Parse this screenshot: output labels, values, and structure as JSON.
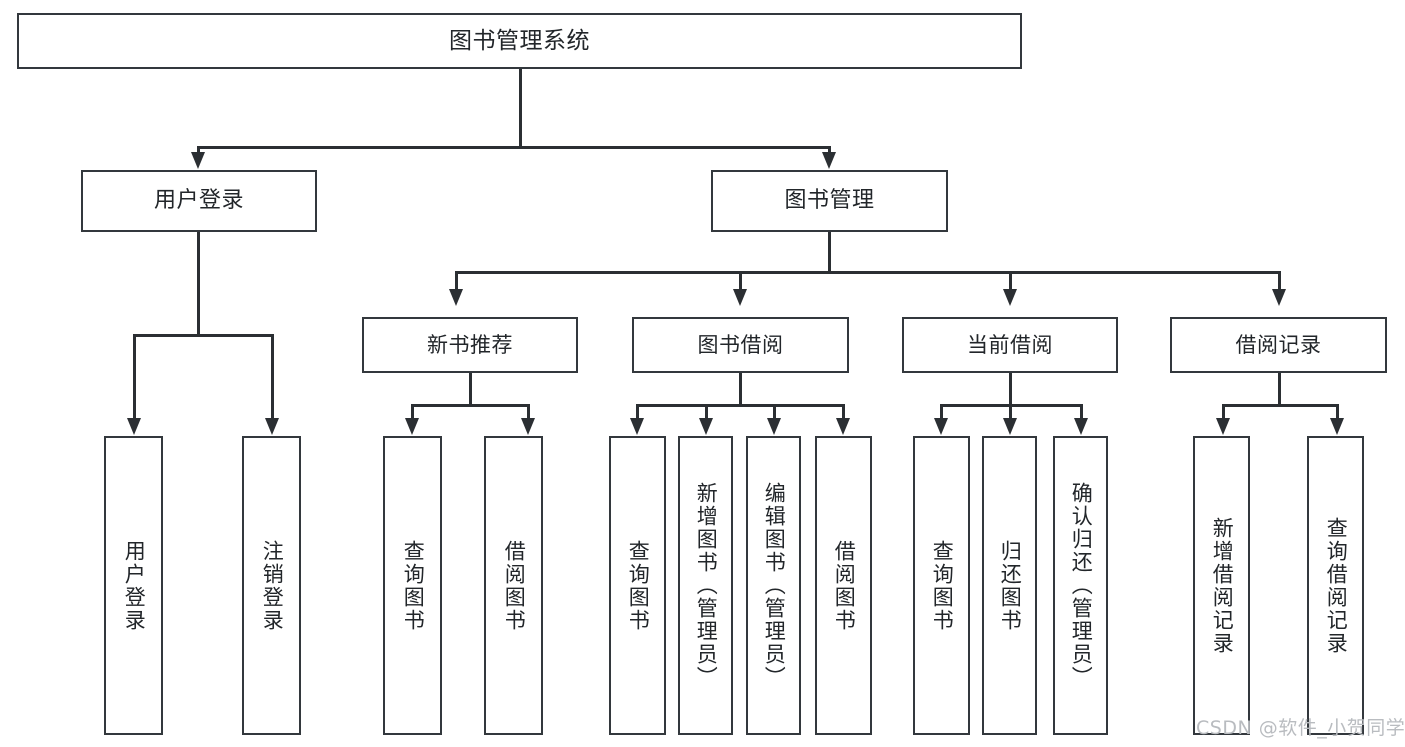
{
  "diagram": {
    "title": "图书管理系统",
    "type": "tree",
    "watermark": "CSDN @软件_小贺同学",
    "colors": {
      "stroke": "#33383d",
      "connector": "#2b2f33",
      "background": "#ffffff",
      "text": "#22262a",
      "watermark": "#b9bcc0"
    }
  },
  "root": {
    "label": "图书管理系统"
  },
  "level2": [
    {
      "label": "用户登录"
    },
    {
      "label": "图书管理"
    }
  ],
  "level3": [
    {
      "label": "新书推荐"
    },
    {
      "label": "图书借阅"
    },
    {
      "label": "当前借阅"
    },
    {
      "label": "借阅记录"
    }
  ],
  "leaves": {
    "user_login": [
      {
        "label": "用户登录"
      },
      {
        "label": "注销登录"
      }
    ],
    "new_book": [
      {
        "label": "查询图书"
      },
      {
        "label": "借阅图书"
      }
    ],
    "book_borrow": [
      {
        "label": "查询图书"
      },
      {
        "label": "新增图书（管理员）"
      },
      {
        "label": "编辑图书（管理员）"
      },
      {
        "label": "借阅图书"
      }
    ],
    "current_borrow": [
      {
        "label": "查询图书"
      },
      {
        "label": "归还图书"
      },
      {
        "label": "确认归还（管理员）"
      }
    ],
    "borrow_record": [
      {
        "label": "新增借阅记录"
      },
      {
        "label": "查询借阅记录"
      }
    ]
  }
}
